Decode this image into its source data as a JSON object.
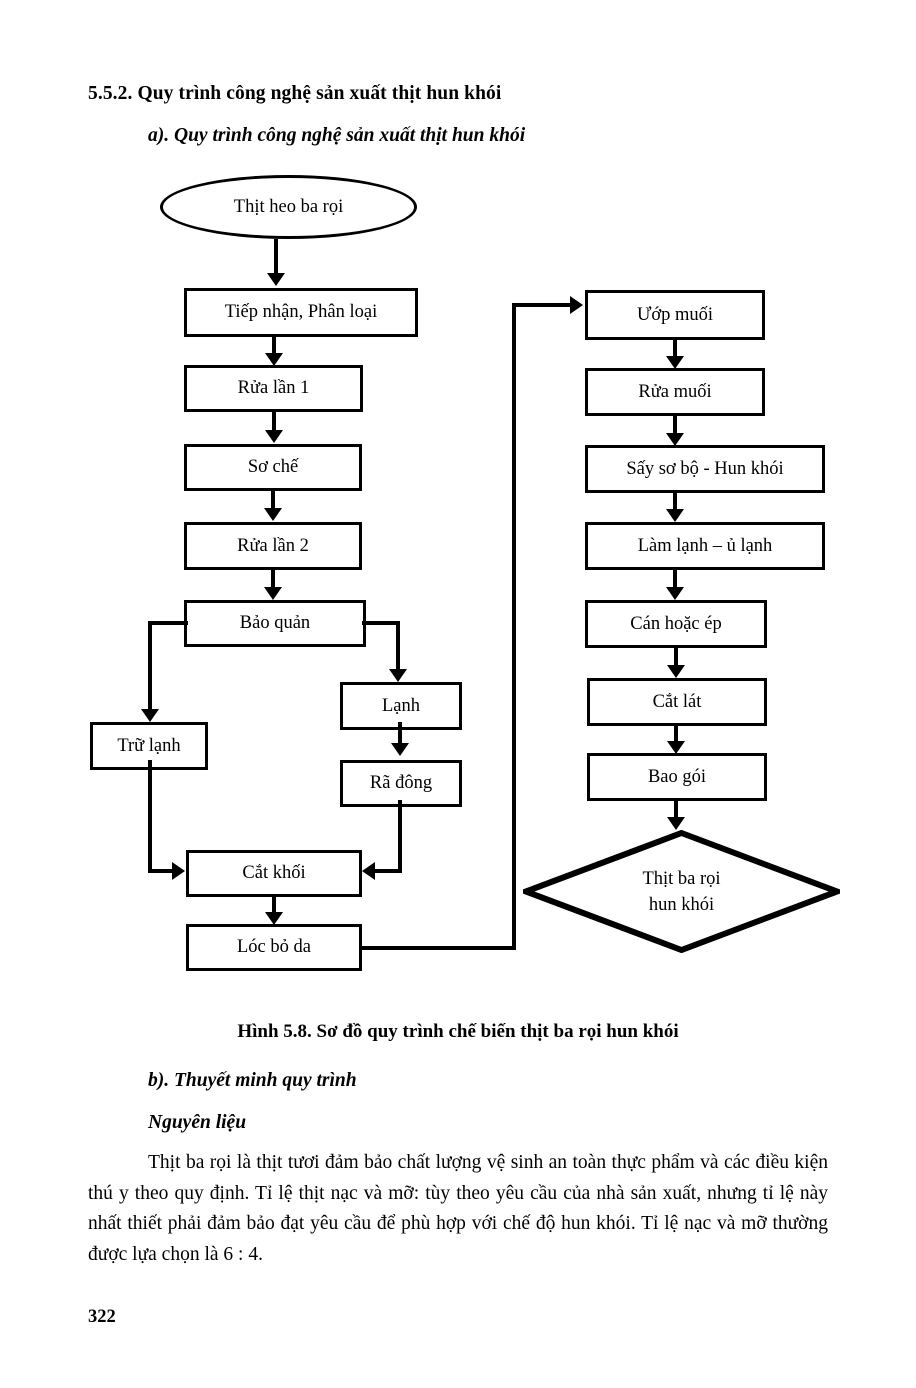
{
  "document": {
    "section_heading": "5.5.2. Quy trình công nghệ sản xuất thịt hun khói",
    "sub_heading_a": "a). Quy trình công nghệ sản xuất thịt hun khói",
    "figure_caption": "Hình 5.8. Sơ đồ quy trình chế biến thịt ba rọi hun khói",
    "sub_heading_b": "b). Thuyết minh quy trình",
    "sub_heading_nguyen_lieu": "Nguyên liệu",
    "body_paragraph": "Thịt ba rọi là thịt tươi đảm bảo chất lượng vệ sinh an toàn thực phẩm và các điều kiện thú y theo quy định. Tỉ lệ thịt nạc và mỡ: tùy theo yêu cầu của nhà sản xuất, nhưng tỉ lệ này nhất thiết phải đảm bảo đạt yêu cầu để phù hợp với chế độ hun khói. Tỉ lệ nạc và mỡ thường được lựa chọn là 6 : 4.",
    "page_number": "322"
  },
  "flowchart": {
    "type": "process-flow-diagram",
    "title": "Sơ đồ quy trình chế biến thịt ba rọi hun khói",
    "nodes": {
      "start": "Thịt heo ba rọi",
      "tiep_nhan": "Tiếp nhận, Phân loại",
      "rua_lan_1": "Rửa lần 1",
      "so_che": "Sơ chế",
      "rua_lan_2": "Rửa lần 2",
      "bao_quan": "Bảo quản",
      "tru_lanh": "Trữ lạnh",
      "lanh": "Lạnh",
      "ra_dong": "Rã đông",
      "cat_khoi": "Cắt khối",
      "loc_bo_da": "Lóc bỏ da",
      "uop_muoi": "Ướp muối",
      "rua_muoi": "Rửa muối",
      "say_so_bo": "Sấy sơ bộ - Hun khói",
      "lam_lanh": "Làm lạnh – ủ lạnh",
      "can_hoac_ep": "Cán hoặc ép",
      "cat_lat": "Cắt lát",
      "bao_goi": "Bao gói",
      "end": "Thịt ba rọi\nhun khói"
    },
    "end_line_1": "Thịt ba rọi",
    "end_line_2": "hun khói",
    "colors": {
      "stroke": "#000000",
      "fill": "#ffffff"
    }
  }
}
